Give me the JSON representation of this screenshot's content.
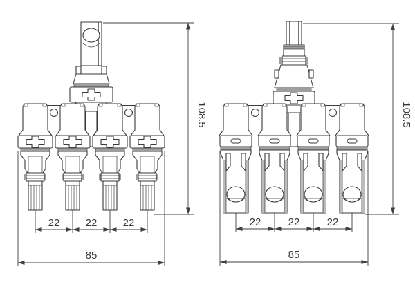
{
  "drawing": {
    "type": "technical-drawing",
    "subject": "4-to-1 branch cable connector, two views (male-pin branches and female-socket branches)",
    "colors": {
      "background": "#ffffff",
      "line": "#3a3a3a",
      "shade": "#9e9e9e",
      "shade_light": "#bcbcbc",
      "dimension_text": "#3a3a3a"
    },
    "views": [
      {
        "id": "left",
        "height_dim": "108.5",
        "pitch_dims": [
          "22",
          "22",
          "22"
        ],
        "width_dim": "85"
      },
      {
        "id": "right",
        "height_dim": "108.5",
        "pitch_dims": [
          "22",
          "22",
          "22"
        ],
        "width_dim": "85"
      }
    ]
  }
}
